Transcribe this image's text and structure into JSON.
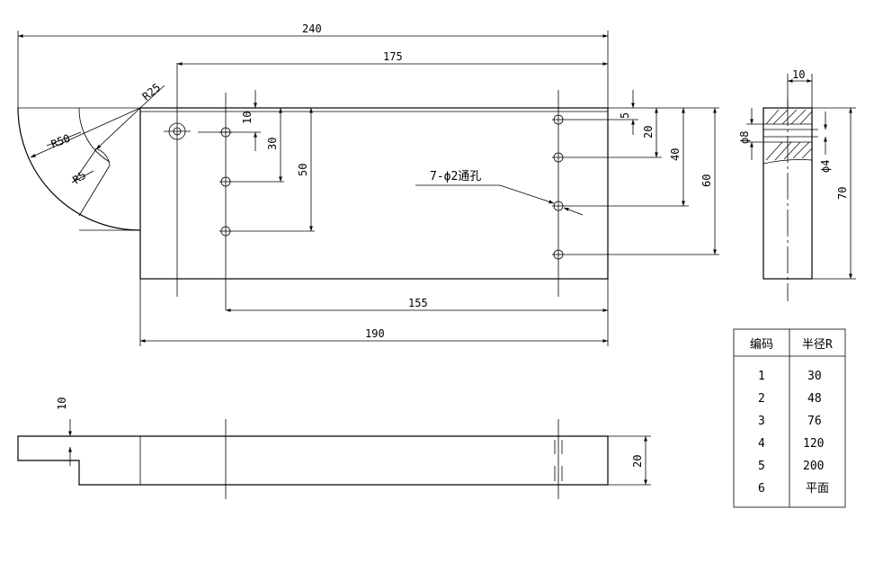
{
  "dimensions": {
    "d240": "240",
    "d175": "175",
    "d155": "155",
    "d190": "190",
    "d10_top": "10",
    "d30": "30",
    "d50": "50",
    "d5": "5",
    "d20": "20",
    "d40": "40",
    "d60": "60",
    "d10_side": "10",
    "d70": "70",
    "phi8": "ϕ8",
    "phi4": "ϕ4",
    "d10_bottom": "10",
    "d20_bottom": "20",
    "r25": "R25",
    "r50": "R50",
    "r5": "R5",
    "holes_note": "7-ϕ2通孔"
  },
  "table": {
    "header_code": "编码",
    "header_radius": "半径R",
    "rows": [
      {
        "code": "1",
        "radius": "30"
      },
      {
        "code": "2",
        "radius": "48"
      },
      {
        "code": "3",
        "radius": "76"
      },
      {
        "code": "4",
        "radius": "120"
      },
      {
        "code": "5",
        "radius": "200"
      },
      {
        "code": "6",
        "radius": "平面"
      }
    ]
  }
}
